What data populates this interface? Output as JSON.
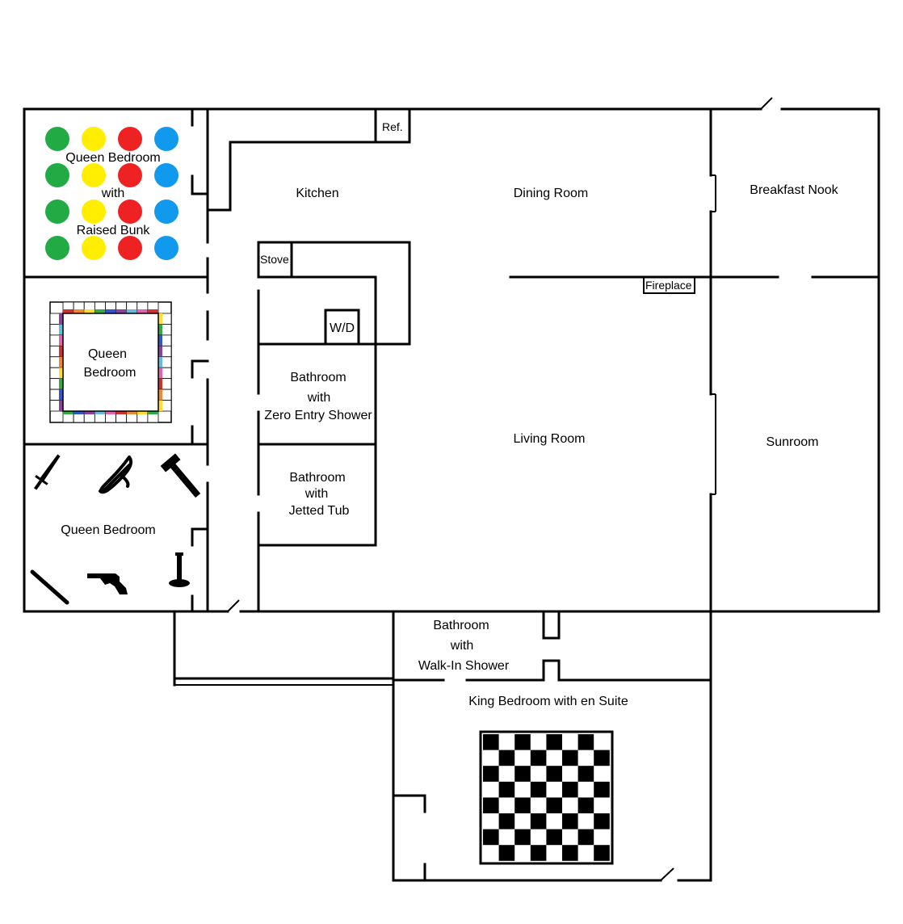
{
  "rooms": {
    "queen_bunk": {
      "line1": "Queen Bedroom",
      "line2": "with",
      "line3": "Raised Bunk"
    },
    "queen_board": {
      "line1": "Queen",
      "line2": "Bedroom"
    },
    "queen_clue": {
      "label": "Queen Bedroom"
    },
    "kitchen": {
      "label": "Kitchen"
    },
    "dining": {
      "label": "Dining Room"
    },
    "nook": {
      "label": "Breakfast Nook"
    },
    "living": {
      "label": "Living Room"
    },
    "sunroom": {
      "label": "Sunroom"
    },
    "bath_zero": {
      "line1": "Bathroom",
      "line2": "with",
      "line3": "Zero Entry Shower"
    },
    "bath_tub": {
      "line1": "Bathroom",
      "line2": "with",
      "line3": "Jetted Tub"
    },
    "bath_walkin": {
      "line1": "Bathroom",
      "line2": "with",
      "line3": "Walk-In Shower"
    },
    "king": {
      "label": "King Bedroom with en Suite"
    }
  },
  "fixtures": {
    "ref": "Ref.",
    "stove": "Stove",
    "wd": "W/D",
    "fireplace": "Fireplace"
  },
  "twister_colors": [
    "#22aa44",
    "#ffee00",
    "#ee2222",
    "#1199ee"
  ],
  "clue_icons": [
    "dagger-icon",
    "rope-icon",
    "wrench-icon",
    "lead-pipe-icon",
    "revolver-icon",
    "candlestick-icon"
  ]
}
